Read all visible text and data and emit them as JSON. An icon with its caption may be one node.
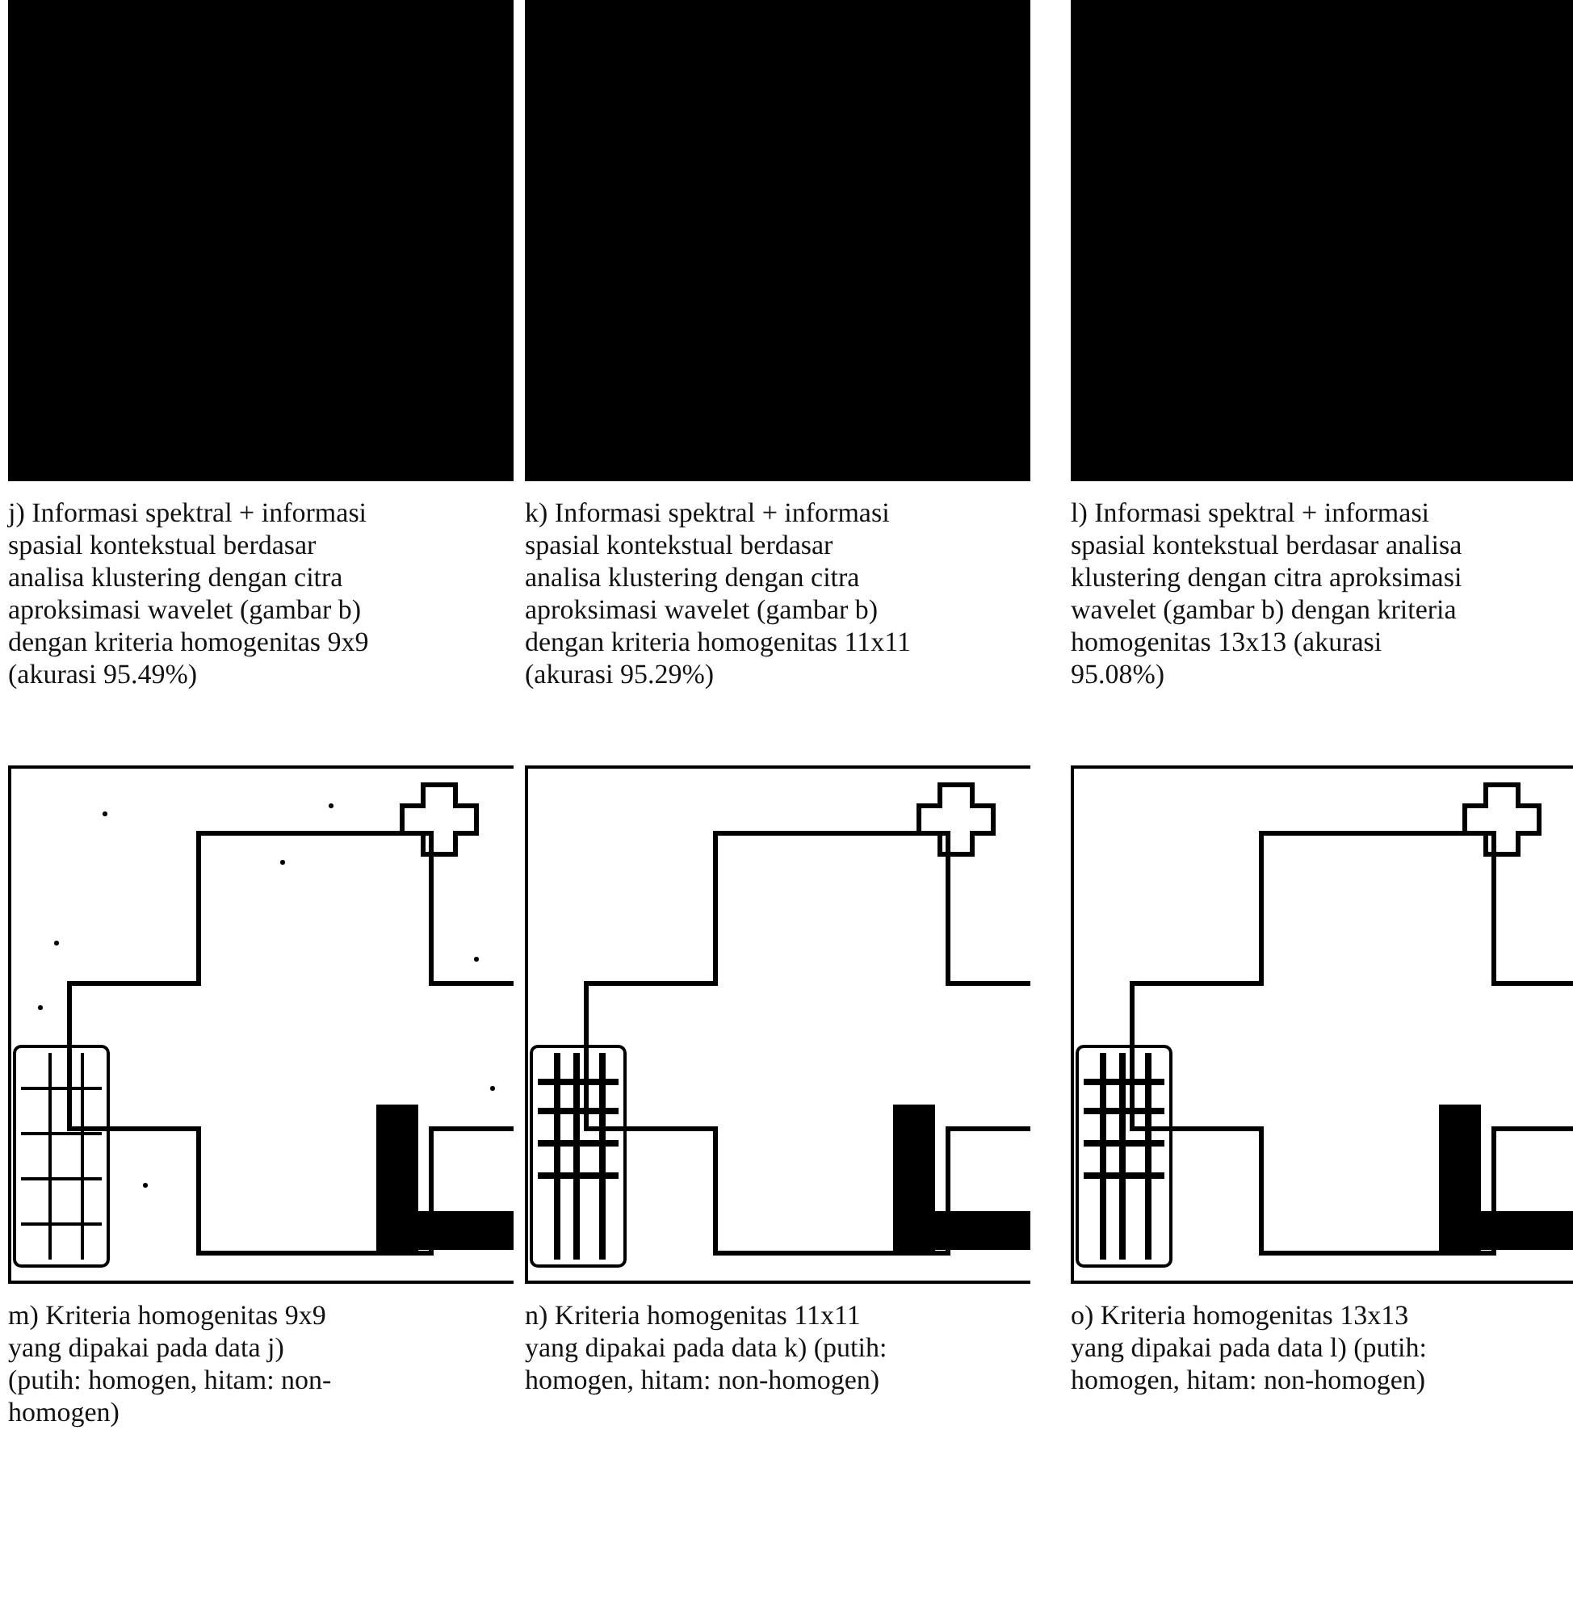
{
  "diagram": {
    "labels": [
      "j) Informasi spektral + informasi spasial kontekstual berdasar analisa klustering dengan citra aproksimasi wavelet (gambar b) dengan kriteria homogenitas 9x9 (akurasi 95.49%)",
      "k) Informasi spektral + informasi spasial kontekstual berdasar analisa klustering dengan citra aproksimasi wavelet (gambar b) dengan kriteria homogenitas 11x11 (akurasi 95.29%)",
      "l) Informasi spektral + informasi spasial kontekstual berdasar analisa klustering dengan citra aproksimasi wavelet (gambar b) dengan kriteria homogenitas 13x13 (akurasi 95.08%)",
      "m) Kriteria homogenitas 9x9 yang dipakai pada data j) (putih: homogen, hitam: non-homogen)",
      "n) Kriteria homogenitas 11x11 yang dipakai pada data k) (putih: homogen, hitam: non-homogen)",
      "o) Kriteria homogenitas 13x13 yang dipakai pada data l) (putih: homogen, hitam: non-homogen)"
    ]
  }
}
